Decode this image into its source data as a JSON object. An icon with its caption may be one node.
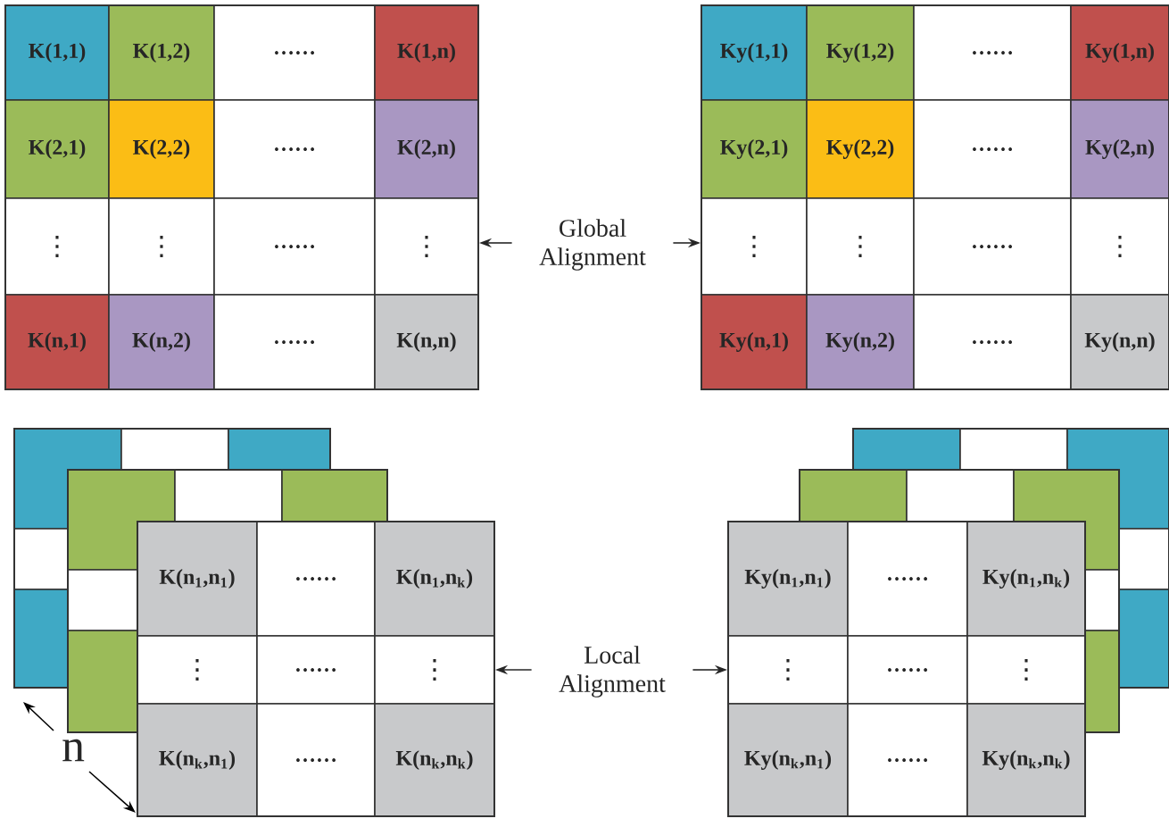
{
  "diagram": {
    "nodes": [
      {
        "text": [],
        "shape": "box"
      },
      {
        "text": [
          "K(1,1)"
        ],
        "in": 0
      },
      {
        "text": [
          "K(1,2)"
        ],
        "in": 0
      },
      {
        "text": [
          "……"
        ],
        "in": 0
      },
      {
        "text": [
          "K(1,n)"
        ],
        "in": 0
      },
      {
        "text": [
          "K(2,1)"
        ],
        "in": 0
      },
      {
        "text": [
          "K(2,2)"
        ],
        "in": 0
      },
      {
        "text": [
          "……"
        ],
        "in": 0
      },
      {
        "text": [
          "K(2,n)"
        ],
        "in": 0
      },
      {
        "text": [
          "⋮"
        ],
        "in": 0
      },
      {
        "text": [
          "⋮"
        ],
        "in": 0
      },
      {
        "text": [
          "……"
        ],
        "in": 0
      },
      {
        "text": [
          "⋮"
        ],
        "in": 0
      },
      {
        "text": [
          "K(n,1)"
        ],
        "in": 0
      },
      {
        "text": [
          "K(n,2)"
        ],
        "in": 0
      },
      {
        "text": [
          "……"
        ],
        "in": 0
      },
      {
        "text": [
          "K(n,n)"
        ],
        "in": 0
      },
      {
        "text": [
          "Global Alignment"
        ]
      },
      {
        "text": [],
        "shape": "box"
      },
      {
        "text": [
          "Ky(1,1)"
        ],
        "in": 18
      },
      {
        "text": [
          "Ky(1,2)"
        ],
        "in": 18
      },
      {
        "text": [
          "……"
        ],
        "in": 18
      },
      {
        "text": [
          "Ky(1,n)"
        ],
        "in": 18
      },
      {
        "text": [
          "Ky(2,1)"
        ],
        "in": 18
      },
      {
        "text": [
          "Ky(2,2)"
        ],
        "in": 18
      },
      {
        "text": [
          "……"
        ],
        "in": 18
      },
      {
        "text": [
          "Ky(2,n)"
        ],
        "in": 18
      },
      {
        "text": [
          "⋮"
        ],
        "in": 18
      },
      {
        "text": [
          "⋮"
        ],
        "in": 18
      },
      {
        "text": [
          "……"
        ],
        "in": 18
      },
      {
        "text": [
          "⋮"
        ],
        "in": 18
      },
      {
        "text": [
          "Ky(n,1)"
        ],
        "in": 18
      },
      {
        "text": [
          "Ky(n,2)"
        ],
        "in": 18
      },
      {
        "text": [
          "……"
        ],
        "in": 18
      },
      {
        "text": [
          "Ky(n,n)"
        ],
        "in": 18
      },
      {
        "text": [],
        "shape": "box"
      },
      {
        "text": [],
        "shape": "box"
      },
      {
        "text": [],
        "shape": "box"
      },
      {
        "text": [
          "K(n$_{1}$,n$_{1}$)"
        ]
      },
      {
        "text": [
          "……"
        ]
      },
      {
        "text": [
          "K(n$_{1}$,n$_{k}$)"
        ],
        "in": 37
      },
      {
        "text": [
          "⋮"
        ]
      },
      {
        "text": [
          "……"
        ]
      },
      {
        "text": [
          "⋮"
        ],
        "in": 37
      },
      {
        "text": [
          "K(n$_{k}$,n$_{1}$)"
        ],
        "in": 37
      },
      {
        "text": [
          "……"
        ],
        "in": 37
      },
      {
        "text": [
          "K(n$_{k}$,n$_{k}$)"
        ],
        "in": 37
      },
      {
        "text": [
          "Local Alignment"
        ]
      },
      {
        "text": [],
        "shape": "box"
      },
      {
        "text": [],
        "shape": "box"
      },
      {
        "text": [],
        "shape": "box"
      },
      {
        "text": [
          "Ky(n$_{1}$,n$_{1}$)"
        ],
        "in": 50
      },
      {
        "text": [
          "……"
        ]
      },
      {
        "text": [
          "Ky(n$_{1}$,n$_{k}$)"
        ]
      },
      {
        "text": [
          "⋮"
        ],
        "in": 50
      },
      {
        "text": [
          "……"
        ]
      },
      {
        "text": [
          "⋮"
        ]
      },
      {
        "text": [
          "Ky(n$_{k}$,n$_{1}$)"
        ],
        "in": 50
      },
      {
        "text": [
          "……"
        ],
        "in": 50
      },
      {
        "text": [
          "Ky(n$_{k}$,n$_{k}$)"
        ],
        "in": 50
      }
    ],
    "edges": [
      {
        "from": 17,
        "to": 0,
        "arrow": "to"
      },
      {
        "from": 17,
        "to": 18,
        "arrow": "to"
      },
      {
        "from": 47,
        "to": 37,
        "arrow": "to"
      },
      {
        "from": 47,
        "to": 50,
        "arrow": "to"
      }
    ],
    "labels": [
      "n"
    ]
  }
}
